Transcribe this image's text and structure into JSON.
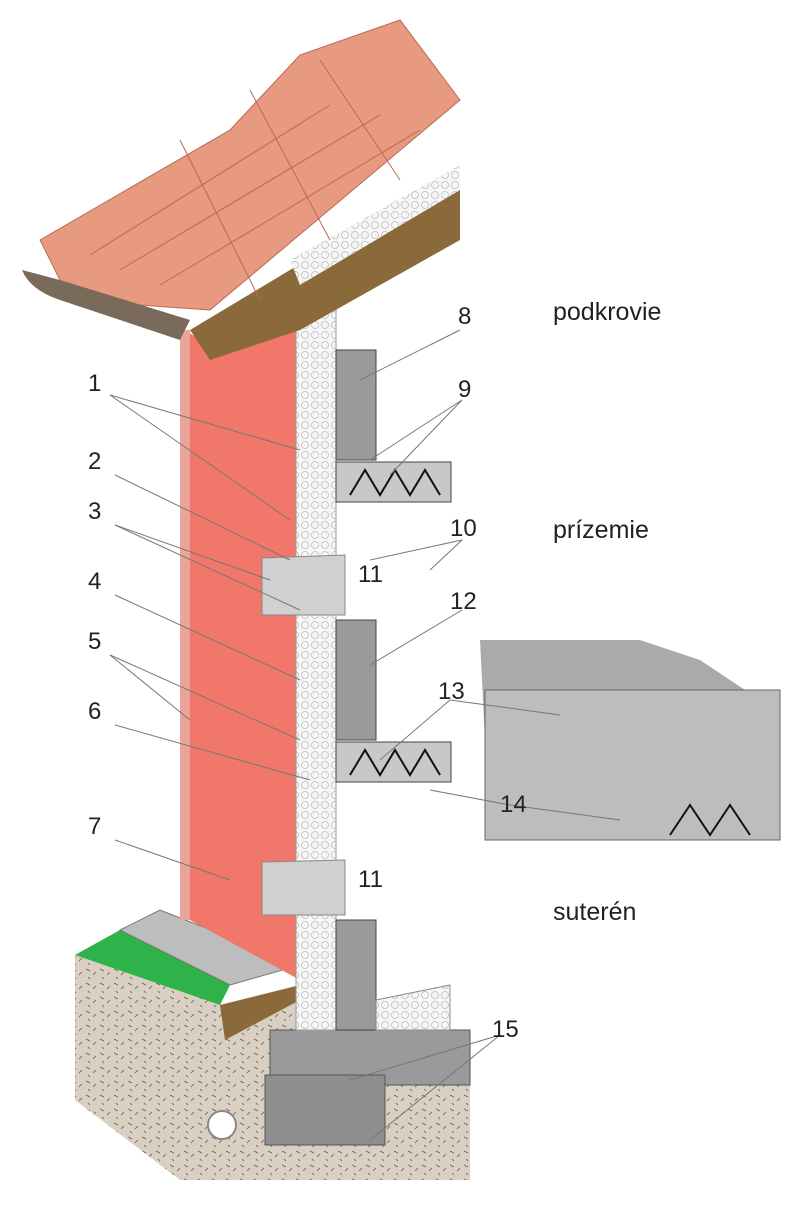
{
  "diagram": {
    "callouts": [
      "1",
      "2",
      "3",
      "4",
      "5",
      "6",
      "7",
      "8",
      "9",
      "10",
      "11",
      "12",
      "13",
      "14",
      "11",
      "15"
    ],
    "floors": {
      "attic": "podkrovie",
      "ground": "prízemie",
      "basement": "suterén"
    },
    "colors": {
      "render": "#f0776a",
      "tile": "#e79a80",
      "wood": "#8a6a3a",
      "concrete": "#9a9a9a",
      "insulation": "#f4f4f4",
      "grass": "#2db34a",
      "soil": "#d6cbbd"
    }
  }
}
